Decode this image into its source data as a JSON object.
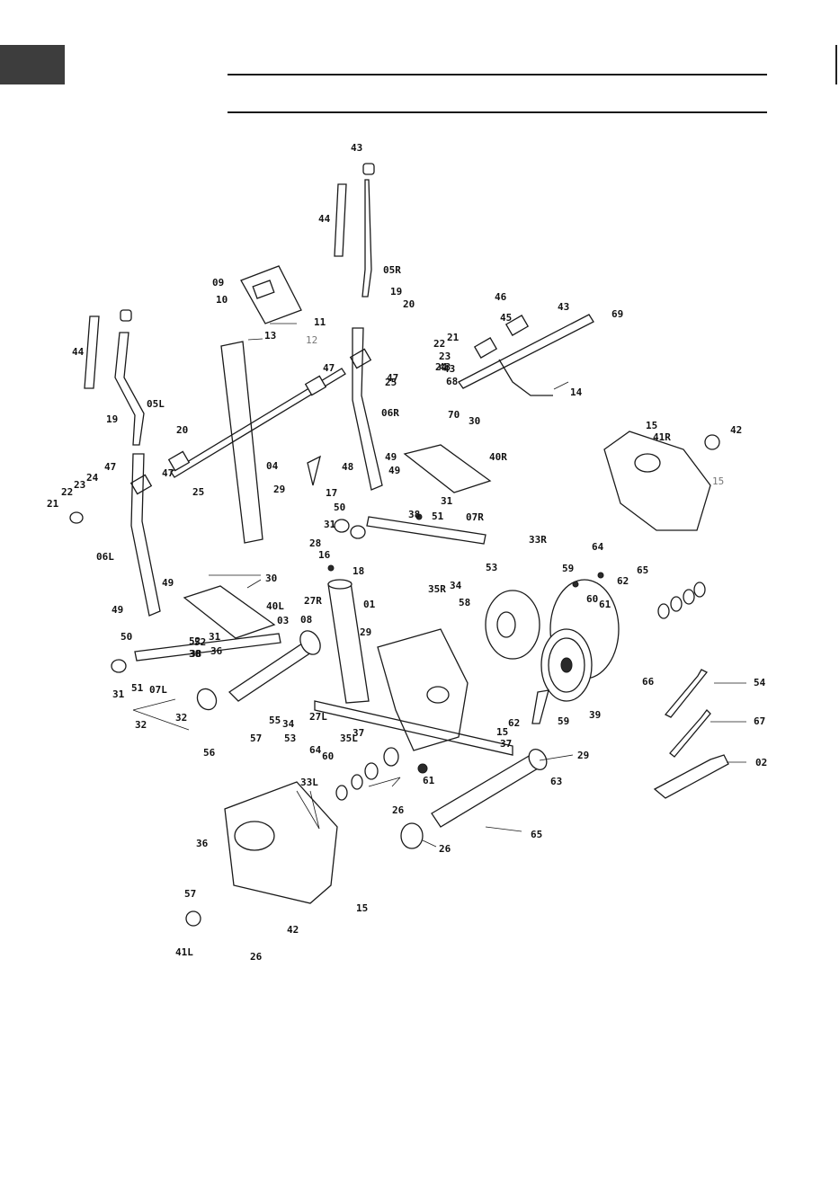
{
  "colors": {
    "tab": "#3d3d3d",
    "ink": "#1a1a1a",
    "gray_label": "#777777"
  },
  "labels": [
    "43",
    "44",
    "05R",
    "19",
    "20",
    "09",
    "10",
    "11",
    "12",
    "13",
    "46",
    "45",
    "43",
    "69",
    "21",
    "22",
    "23",
    "24",
    "47",
    "25",
    "47",
    "43",
    "68",
    "14",
    "70",
    "43",
    "44",
    "05L",
    "19",
    "20",
    "06R",
    "15",
    "41R",
    "42",
    "30",
    "40R",
    "15",
    "47",
    "24",
    "23",
    "22",
    "21",
    "47",
    "25",
    "04",
    "48",
    "17",
    "49",
    "49",
    "31",
    "50",
    "38",
    "51",
    "07R",
    "33R",
    "29",
    "31",
    "28",
    "16",
    "18",
    "06L",
    "52",
    "38",
    "32",
    "53",
    "35R",
    "34",
    "64",
    "30",
    "59",
    "60",
    "62",
    "65",
    "61",
    "49",
    "40L",
    "27R",
    "01",
    "58",
    "49",
    "31",
    "29",
    "50",
    "52",
    "03",
    "08",
    "66",
    "54",
    "38",
    "36",
    "31",
    "51",
    "37",
    "07L",
    "32",
    "27L",
    "59",
    "39",
    "67",
    "55",
    "34",
    "35L",
    "62",
    "15",
    "37",
    "29",
    "57",
    "53",
    "64",
    "60",
    "61",
    "63",
    "02",
    "56",
    "33L",
    "26",
    "65",
    "36",
    "26",
    "57",
    "15",
    "41L",
    "42",
    "26",
    "15"
  ]
}
